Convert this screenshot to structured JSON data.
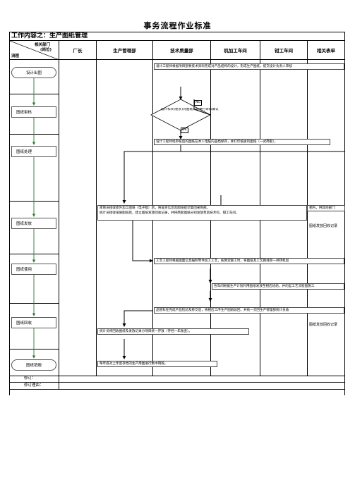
{
  "title": "事务流程作业标准",
  "work_content": "工作内容之：生产图纸管理",
  "header": {
    "corner_dept": "相关部门",
    "corner_post": "(岗位)",
    "corner_flow": "流程",
    "columns": [
      "厂长",
      "生产管理部",
      "技术质量部",
      "机加工车间",
      "钳工车间",
      "相关表单"
    ]
  },
  "stages": [
    "设计出图",
    "图纸审核",
    "图纸处理",
    "图纸发放",
    "图纸使用",
    "图纸回收",
    "图纸销毁"
  ],
  "notes": {
    "n1": "设计工程师根据项目部要技术资料完成对产品结构的设计，形成生产图纸，提交设计负责人审核",
    "ng": "NG",
    "review": "设计科长(组长)对图纸内容进行审核确认",
    "ok": "OK",
    "n3": "设计工程师经审核后的图纸在本人电脑内盖档保存，并打印纸质的图纸（一式两套）。",
    "n4a": "库管员接收委外加工图纸（电子版）后，将设货信息及图纸提交集团采购部。",
    "n4b": "统计员接收纸质图纸后，建立图纸发放回收记录，并将两套图纸分别发放至后技术科、钳工车间。",
    "n4c": "相内，供其他部门",
    "n5": "工艺工程师根据图面信息编制零件加工工艺，核算定额工时，将图纸及工艺路线单一并转机加",
    "n6": "各车间根据生产计划利用图纸发放至相应班组，并的型工艺流程图施工",
    "n7": "品管科在完成产品检验及移交后，将相应工序生产图纸收回，并统一交回生产管理部统计员备",
    "n8": "统计员将回收图纸及发放记录分项目统一存放（存档一年备查）。",
    "n9": "每年底对上年度存档的生产用图进行集中销毁。"
  },
  "forms": [
    "图纸发放回收记录",
    "图纸发放回收记录"
  ],
  "footer": {
    "revision": "修订：",
    "reason": "修订理由："
  }
}
